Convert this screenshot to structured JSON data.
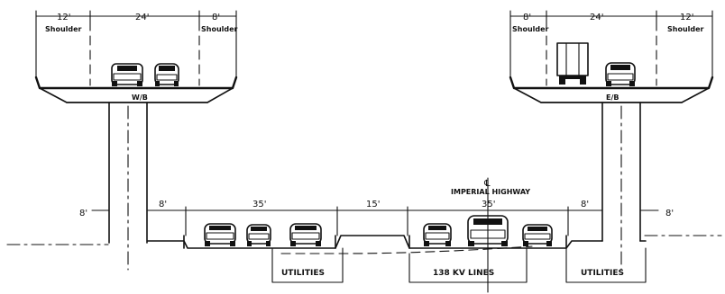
{
  "westbound": {
    "dimensions": [
      "12'",
      "24'",
      "8'"
    ],
    "shoulder_left": "Shoulder",
    "shoulder_right": "Shoulder",
    "direction": "W/B"
  },
  "eastbound": {
    "dimensions": [
      "8'",
      "24'",
      "12'"
    ],
    "shoulder_left": "Shoulder",
    "shoulder_right": "Shoulder",
    "direction": "E/B"
  },
  "ground": {
    "left_offset": "8'",
    "gap_left": "8'",
    "road_left": "35'",
    "median": "15'",
    "road_right": "35'",
    "gap_right": "8'",
    "right_offset": "8'",
    "centerline_symbol": "℄",
    "centerline_label": "IMPERIAL HIGHWAY"
  },
  "utilities": {
    "left": "UTILITIES",
    "center": "138 KV LINES",
    "right": "UTILITIES"
  }
}
